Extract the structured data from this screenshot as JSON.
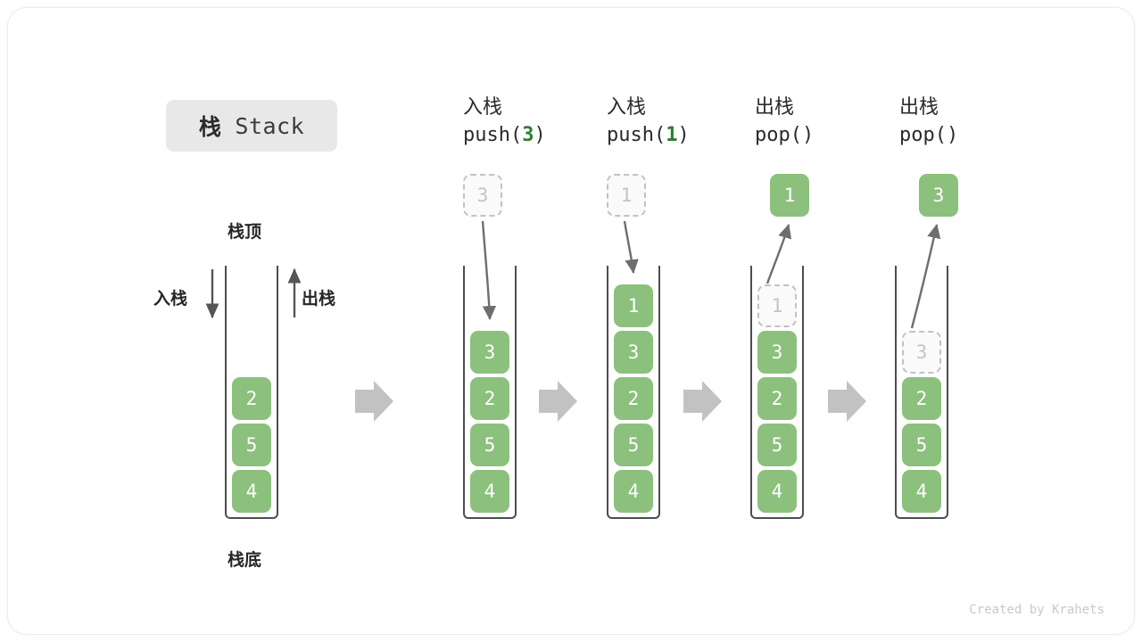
{
  "title": {
    "cn": "栈",
    "en": " Stack"
  },
  "labels": {
    "top": "栈顶",
    "bottom": "栈底",
    "push": "入栈",
    "pop": "出栈"
  },
  "colors": {
    "cell_fill": "#8cc07d",
    "cell_text": "#ffffff",
    "ghost_fill": "#fafafa",
    "ghost_text": "#c4c4c4",
    "ghost_border": "#c2c2c2",
    "container_border": "#4d4d4d",
    "arrow": "#6e6e6e",
    "block_arrow": "#c2c2c2",
    "badge_bg": "#e8e8e8",
    "accent_green": "#2e7d32"
  },
  "stages": [
    {
      "id": "initial",
      "op_cn": "",
      "op_code_prefix": "",
      "op_code_arg": "",
      "op_code_suffix": "",
      "cells": [
        {
          "value": "2",
          "state": "filled"
        },
        {
          "value": "5",
          "state": "filled"
        },
        {
          "value": "4",
          "state": "filled"
        }
      ],
      "floating_cell": null
    },
    {
      "id": "push-3",
      "op_cn": "入栈",
      "op_code_prefix": "push(",
      "op_code_arg": "3",
      "op_code_suffix": ")",
      "cells": [
        {
          "value": "3",
          "state": "filled"
        },
        {
          "value": "2",
          "state": "filled"
        },
        {
          "value": "5",
          "state": "filled"
        },
        {
          "value": "4",
          "state": "filled"
        }
      ],
      "floating_cell": {
        "value": "3",
        "state": "ghost"
      }
    },
    {
      "id": "push-1",
      "op_cn": "入栈",
      "op_code_prefix": "push(",
      "op_code_arg": "1",
      "op_code_suffix": ")",
      "cells": [
        {
          "value": "1",
          "state": "filled"
        },
        {
          "value": "3",
          "state": "filled"
        },
        {
          "value": "2",
          "state": "filled"
        },
        {
          "value": "5",
          "state": "filled"
        },
        {
          "value": "4",
          "state": "filled"
        }
      ],
      "floating_cell": {
        "value": "1",
        "state": "ghost"
      }
    },
    {
      "id": "pop-1",
      "op_cn": "出栈",
      "op_code_prefix": "pop(",
      "op_code_arg": "",
      "op_code_suffix": ")",
      "cells": [
        {
          "value": "1",
          "state": "ghost"
        },
        {
          "value": "3",
          "state": "filled"
        },
        {
          "value": "2",
          "state": "filled"
        },
        {
          "value": "5",
          "state": "filled"
        },
        {
          "value": "4",
          "state": "filled"
        }
      ],
      "floating_cell": {
        "value": "1",
        "state": "filled"
      }
    },
    {
      "id": "pop-3",
      "op_cn": "出栈",
      "op_code_prefix": "pop(",
      "op_code_arg": "",
      "op_code_suffix": ")",
      "cells": [
        {
          "value": "3",
          "state": "ghost"
        },
        {
          "value": "2",
          "state": "filled"
        },
        {
          "value": "5",
          "state": "filled"
        },
        {
          "value": "4",
          "state": "filled"
        }
      ],
      "floating_cell": {
        "value": "3",
        "state": "filled"
      }
    }
  ],
  "credit": "Created by Krahets"
}
